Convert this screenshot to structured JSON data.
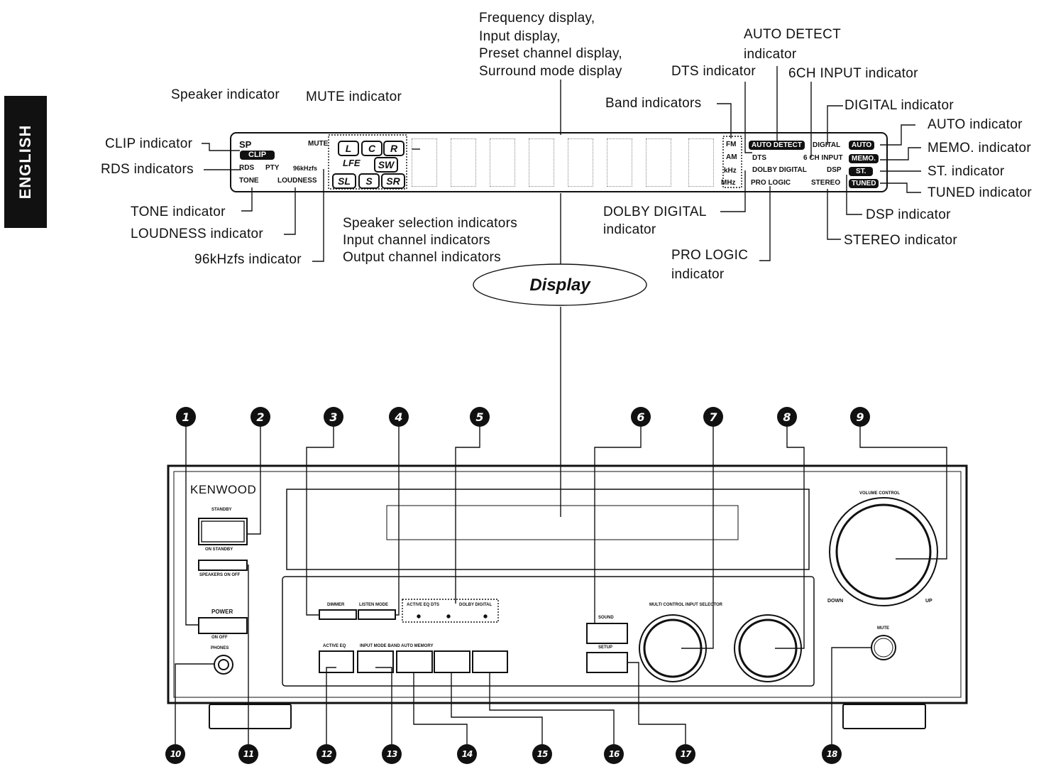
{
  "side_tab": "ENGLISH",
  "display_title": "Display",
  "display_callouts": {
    "frequency_block": [
      "Frequency display,",
      "Input display,",
      "Preset channel display,",
      "Surround mode display"
    ],
    "speaker": "Speaker indicator",
    "mute": "MUTE indicator",
    "clip": "CLIP indicator",
    "rds": "RDS indicators",
    "tone": "TONE indicator",
    "loudness": "LOUDNESS  indicator",
    "khz96": "96kHzfs indicator",
    "speaker_selection_block": [
      "Speaker selection indicators",
      "Input channel indicators",
      "Output channel indicators"
    ],
    "band": "Band indicators",
    "dts": "DTS indicator",
    "auto_detect": [
      "AUTO  DETECT",
      "indicator"
    ],
    "six_ch": "6CH INPUT  indicator",
    "digital": "DIGITAL indicator",
    "auto": "AUTO indicator",
    "memo": "MEMO. indicator",
    "st": "ST. indicator",
    "tuned": "TUNED indicator",
    "dsp": "DSP indicator",
    "stereo": "STEREO indicator",
    "dolby": [
      "DOLBY  DIGITAL",
      "indicator"
    ],
    "pro_logic": [
      "PRO  LOGIC",
      "indicator"
    ]
  },
  "vfd": {
    "sp": "SP",
    "clip": "CLIP",
    "rds": "RDS",
    "pty": "PTY",
    "tone": "TONE",
    "loudness": "LOUDNESS",
    "mute": "MUTE",
    "khz96": "96kHzfs",
    "ch_l": "L",
    "ch_c": "C",
    "ch_r": "R",
    "lfe": "LFE",
    "ch_sw": "SW",
    "ch_sl": "SL",
    "ch_s": "S",
    "ch_sr": "SR",
    "fm": "FM",
    "am": "AM",
    "khz": "kHz",
    "mhz": "MHz",
    "auto_detect": "AUTO DETECT",
    "dts": "DTS",
    "digital": "DIGITAL",
    "six_ch": "6 CH INPUT",
    "dolby": "DOLBY DIGITAL",
    "dsp": "DSP",
    "pro_logic": "PRO LOGIC",
    "stereo": "STEREO",
    "auto": "AUTO",
    "memo": "MEMO.",
    "st": "ST.",
    "tuned": "TUNED"
  },
  "panel": {
    "brand": "KENWOOD",
    "standby": "STANDBY",
    "on_standby": "ON STANDBY",
    "speakers": "SPEAKERS ON OFF",
    "power": "POWER",
    "on_off": "ON  OFF",
    "phones": "PHONES",
    "dimmer": "DIMMER",
    "listen_mode": "LISTEN MODE",
    "active_eq_dts": "ACTIVE EQ DTS",
    "dolby_digital": "DOLBY DIGITAL",
    "active_eq": "ACTIVE EQ",
    "input_mode_row": "INPUT MODE BAND AUTO MEMORY",
    "sound": "SOUND",
    "setup": "SETUP",
    "multi_control": "MULTI CONTROL INPUT SELECTOR",
    "volume_control": "VOLUME CONTROL",
    "down": "DOWN",
    "up": "UP",
    "mute": "MUTE"
  },
  "numbers": [
    "1",
    "2",
    "3",
    "4",
    "5",
    "6",
    "7",
    "8",
    "9",
    "10",
    "11",
    "12",
    "13",
    "14",
    "15",
    "16",
    "17",
    "18"
  ]
}
